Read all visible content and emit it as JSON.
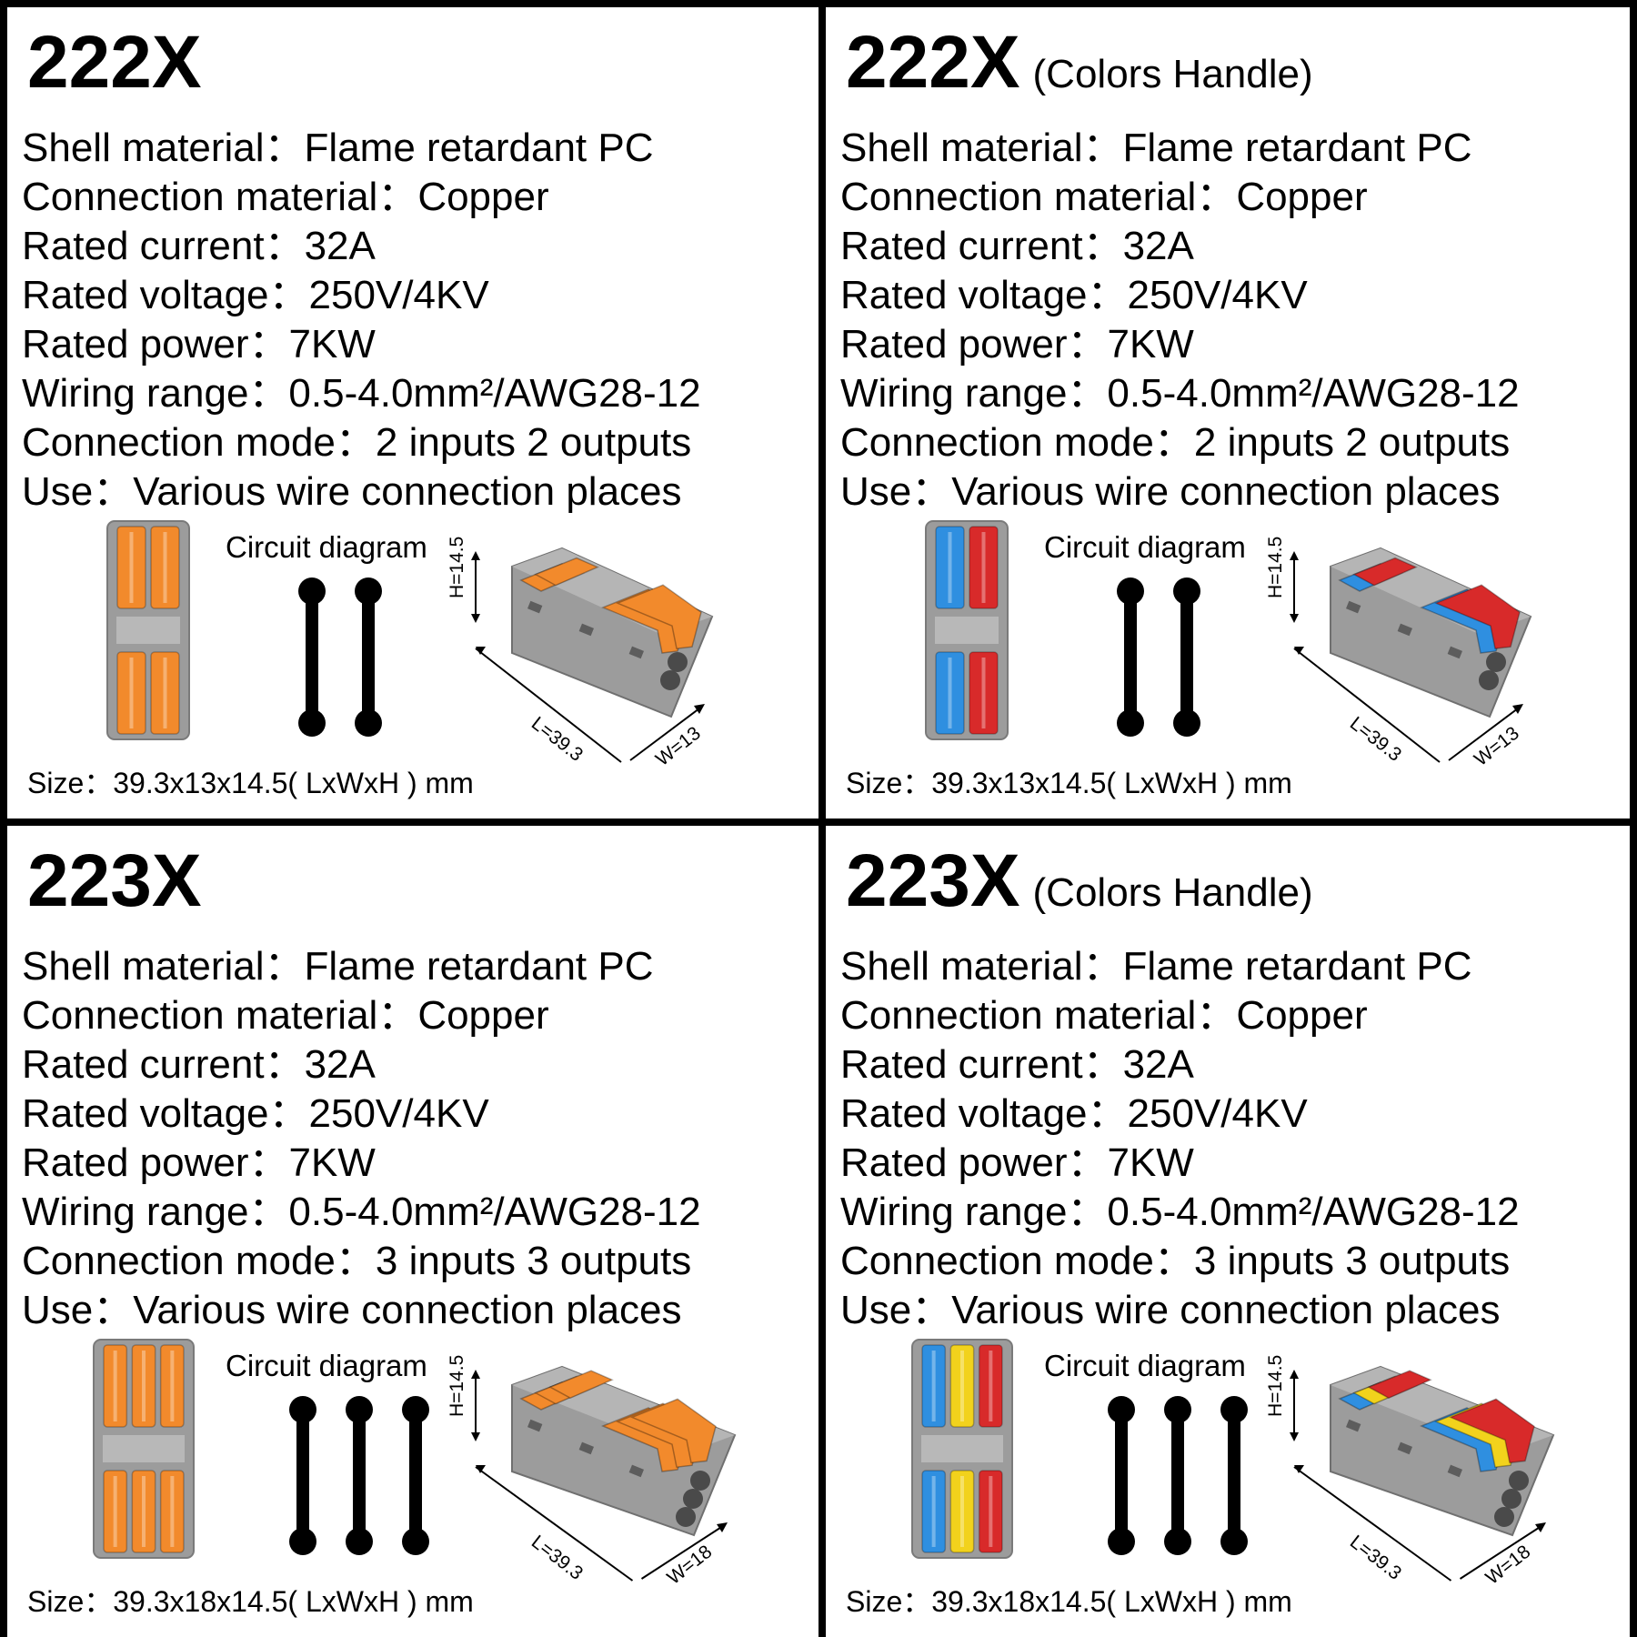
{
  "panels": [
    {
      "model": "222X",
      "subtitle": "",
      "specs": [
        "Shell material：Flame retardant PC",
        "Connection material：Copper",
        "Rated current：32A",
        "Rated voltage：250V/4KV",
        "Rated power：7KW",
        "Wiring range：0.5-4.0mm²/AWG28-12",
        "Connection mode：2 inputs 2 outputs",
        "Use：Various wire connection places"
      ],
      "diagram_label": "Circuit diagram",
      "size": "Size：39.3x13x14.5( LxWxH ) mm",
      "dim_h": "H=14.5",
      "dim_l": "L=39.3",
      "dim_w": "W=13",
      "lever_colors": [
        "#f28a2c",
        "#f28a2c"
      ],
      "circuit_count": 2
    },
    {
      "model": "222X",
      "subtitle": "(Colors Handle)",
      "specs": [
        "Shell material：Flame retardant PC",
        "Connection material：Copper",
        "Rated current：32A",
        "Rated voltage：250V/4KV",
        "Rated power：7KW",
        "Wiring range：0.5-4.0mm²/AWG28-12",
        "Connection mode：2 inputs 2 outputs",
        "Use：Various wire connection places"
      ],
      "diagram_label": "Circuit diagram",
      "size": "Size：39.3x13x14.5( LxWxH ) mm",
      "dim_h": "H=14.5",
      "dim_l": "L=39.3",
      "dim_w": "W=13",
      "lever_colors": [
        "#2f8fe0",
        "#d82a2a"
      ],
      "circuit_count": 2
    },
    {
      "model": "223X",
      "subtitle": "",
      "specs": [
        "Shell material：Flame retardant PC",
        "Connection material：Copper",
        "Rated current：32A",
        "Rated voltage：250V/4KV",
        "Rated power：7KW",
        "Wiring range：0.5-4.0mm²/AWG28-12",
        "Connection mode：3 inputs 3 outputs",
        "Use：Various wire connection places"
      ],
      "diagram_label": "Circuit diagram",
      "size": "Size：39.3x18x14.5( LxWxH ) mm",
      "dim_h": "H=14.5",
      "dim_l": "L=39.3",
      "dim_w": "W=18",
      "lever_colors": [
        "#f28a2c",
        "#f28a2c",
        "#f28a2c"
      ],
      "circuit_count": 3
    },
    {
      "model": "223X",
      "subtitle": "(Colors Handle)",
      "specs": [
        "Shell material：Flame retardant PC",
        "Connection material：Copper",
        "Rated current：32A",
        "Rated voltage：250V/4KV",
        "Rated power：7KW",
        "Wiring range：0.5-4.0mm²/AWG28-12",
        "Connection mode：3 inputs 3 outputs",
        "Use：Various wire connection places"
      ],
      "diagram_label": "Circuit diagram",
      "size": "Size：39.3x18x14.5( LxWxH ) mm",
      "dim_h": "H=14.5",
      "dim_l": "L=39.3",
      "dim_w": "W=18",
      "lever_colors": [
        "#2f8fe0",
        "#f2d21c",
        "#d82a2a"
      ],
      "circuit_count": 3
    }
  ],
  "colors": {
    "border": "#000000",
    "shell": "#9c9c9c",
    "background": "#ffffff"
  }
}
